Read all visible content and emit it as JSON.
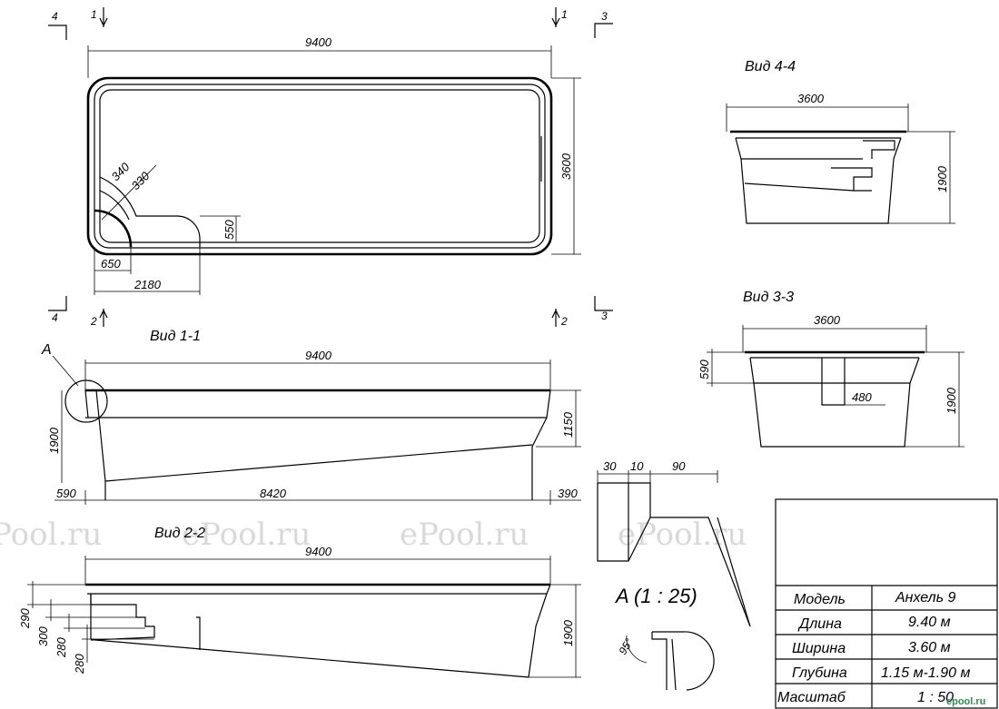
{
  "watermark": "ePool.ru",
  "plan": {
    "length": "9400",
    "width": "3600",
    "step_r1": "340",
    "step_r2": "330",
    "step_depth": "550",
    "step_offset": "650",
    "step_length": "2180",
    "section_marks": [
      "1",
      "1",
      "2",
      "2",
      "3",
      "3",
      "4",
      "4"
    ]
  },
  "view_1_1": {
    "title": "Вид 1-1",
    "detail_label": "A",
    "length": "9400",
    "depth_deep": "1900",
    "depth_shallow": "1150",
    "bottom_left": "590",
    "bottom_mid": "8420",
    "bottom_right": "390"
  },
  "view_2_2": {
    "title": "Вид 2-2",
    "length": "9400",
    "depth": "1900",
    "steps": [
      "290",
      "300",
      "280",
      "280"
    ]
  },
  "view_4_4": {
    "title": "Вид 4-4",
    "width": "3600",
    "depth": "1900"
  },
  "view_3_3": {
    "title": "Вид 3-3",
    "width": "3600",
    "depth": "1900",
    "ledge_height": "590",
    "ledge_width": "480"
  },
  "detail_a": {
    "title": "A (1 : 25)",
    "dims": [
      "30",
      "10",
      "90"
    ],
    "angle": "95°"
  },
  "spec_table": {
    "rows": [
      {
        "label": "Модель",
        "value": "Анхель 9"
      },
      {
        "label": "Длина",
        "value": "9.40 м"
      },
      {
        "label": "Ширина",
        "value": "3.60 м"
      },
      {
        "label": "Глубина",
        "value": "1.15 м-1.90 м"
      },
      {
        "label": "Масштаб",
        "value": "1 : 50"
      }
    ]
  },
  "logo": "epool.ru",
  "colors": {
    "line": "#000000",
    "watermark": "#d9d9d9",
    "logo": "#2e8b57"
  }
}
